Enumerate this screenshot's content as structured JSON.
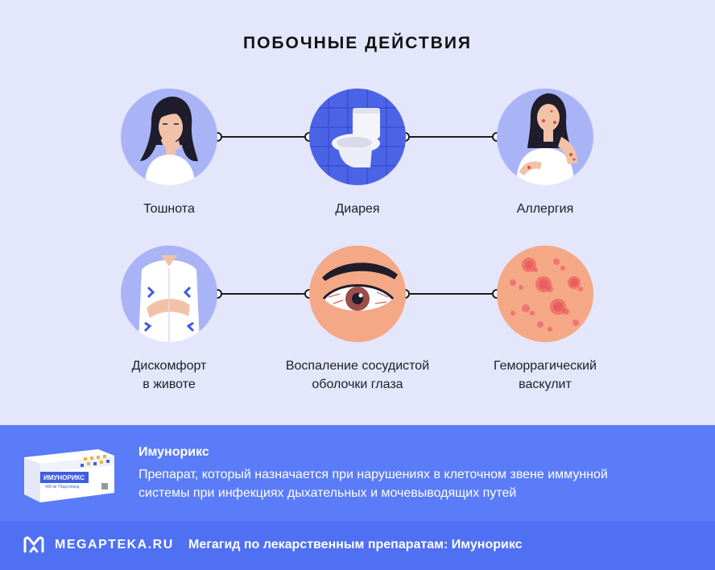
{
  "title": "ПОБОЧНЫЕ ДЕЙСТВИЯ",
  "side_effects": [
    {
      "label": "Тошнота"
    },
    {
      "label": "Диарея"
    },
    {
      "label": "Аллергия"
    },
    {
      "label_line1": "Дискомфорт",
      "label_line2": "в животе"
    },
    {
      "label_line1": "Воспаление сосудистой",
      "label_line2": "оболочки глаза"
    },
    {
      "label_line1": "Геморрагический",
      "label_line2": "васкулит"
    }
  ],
  "product": {
    "name": "Имунорикс",
    "box_brand": "ИМУНОРИКС",
    "box_dose": "400 мг Пидотимод",
    "description_line1": "Препарат, который назначается при нарушениях в клеточном звене иммунной",
    "description_line2": "системы при инфекциях дыхательных и мочевыводящих путей"
  },
  "footer": {
    "brand": "MEGAPTEKA.RU",
    "text": "Мегагид по лекарственным препаратам: Имунорикс"
  },
  "colors": {
    "background": "#e4e6fb",
    "product_band": "#5b7cf8",
    "footer": "#4f70f3",
    "circle_lavender": "#a9b4f7",
    "circle_peach": "#f5a886"
  }
}
